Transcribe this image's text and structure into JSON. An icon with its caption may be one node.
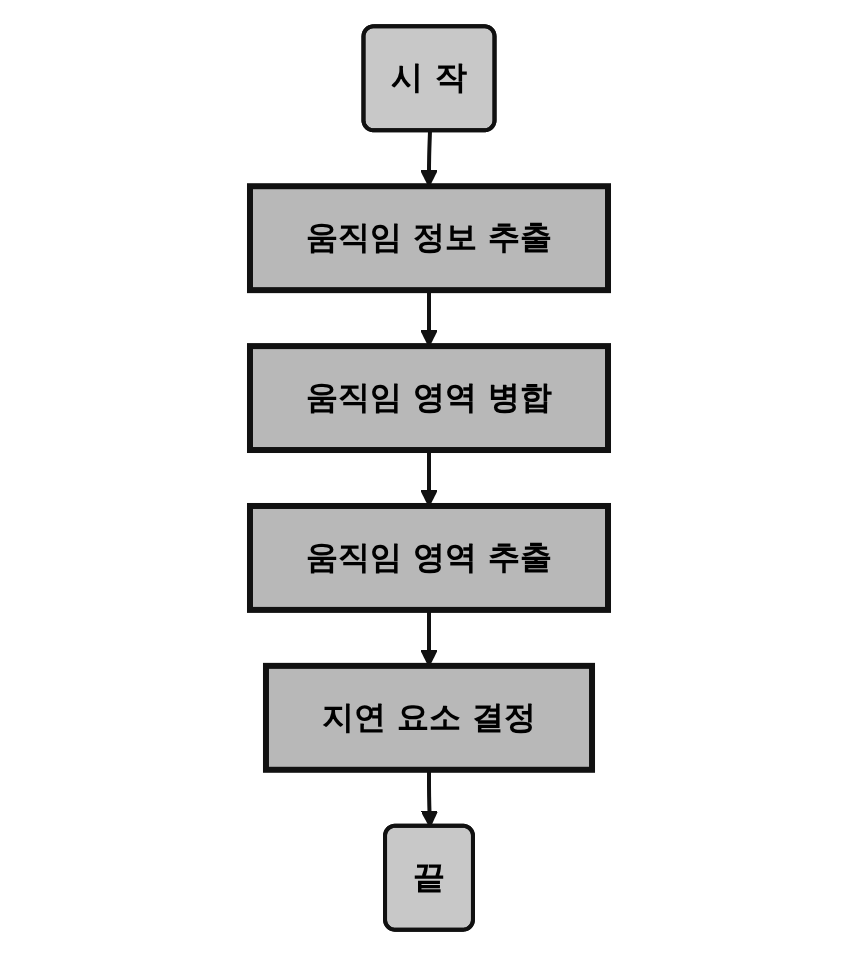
{
  "diagram": {
    "nodes": [
      {
        "text": [
          "시 작"
        ]
      },
      {
        "text": [
          "움직임 정보 추출"
        ]
      },
      {
        "text": [
          "움직임 영역 병합"
        ]
      },
      {
        "text": [
          "움직임 영역 추출"
        ]
      },
      {
        "text": [
          "지연 요소 결정"
        ]
      },
      {
        "text": [
          "끝"
        ]
      }
    ],
    "edges": [
      {
        "from": 0,
        "to": 1,
        "arrow": "to"
      },
      {
        "from": 1,
        "to": 2,
        "arrow": "to"
      },
      {
        "from": 2,
        "to": 3,
        "arrow": "to"
      },
      {
        "from": 3,
        "to": 4,
        "arrow": "to"
      },
      {
        "from": 4,
        "to": 5,
        "arrow": "to"
      }
    ]
  }
}
